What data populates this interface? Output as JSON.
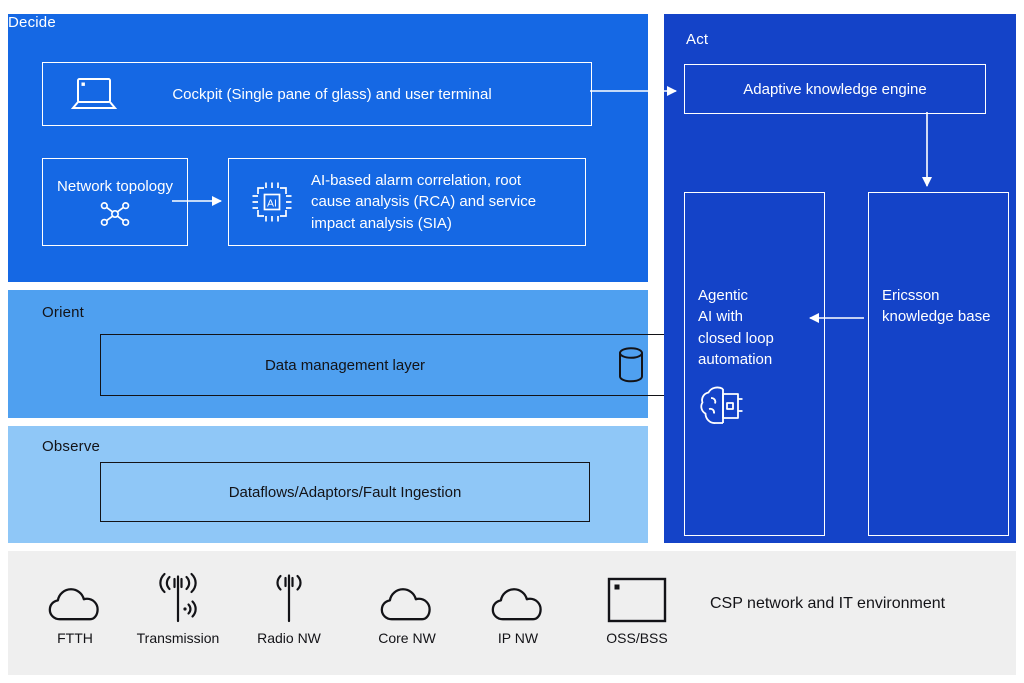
{
  "diagram": {
    "decide": {
      "label": "Decide",
      "cockpit_box": "Cockpit (Single pane of glass) and user terminal",
      "network_topology_box": "Network topology",
      "ai_correlation_box": "AI-based alarm correlation, root cause analysis (RCA) and service impact analysis (SIA)"
    },
    "orient": {
      "label": "Orient",
      "data_management_box": "Data management layer"
    },
    "observe": {
      "label": "Observe",
      "dataflows_box": "Dataflows/Adaptors/Fault Ingestion"
    },
    "act": {
      "label": "Act",
      "adaptive_knowledge_engine_box": "Adaptive knowledge engine",
      "agentic_ai_box": "Agentic AI with closed loop automation",
      "agentic_ai_lines": [
        "Agentic",
        "AI with",
        "closed loop",
        "automation"
      ],
      "ericsson_knowledge_base_box": "Ericsson knowledge base"
    }
  },
  "footer": {
    "caption": "CSP network and IT environment",
    "items": [
      {
        "label": "FTTH",
        "icon": "cloud-icon"
      },
      {
        "label": "Transmission",
        "icon": "transmission-antenna-icon"
      },
      {
        "label": "Radio NW",
        "icon": "radio-mast-icon"
      },
      {
        "label": "Core NW",
        "icon": "cloud-icon"
      },
      {
        "label": "IP NW",
        "icon": "cloud-icon"
      },
      {
        "label": "OSS/BSS",
        "icon": "oss-bss-screen-icon"
      }
    ]
  },
  "colors": {
    "decide_bg": "#1568E4",
    "orient_bg": "#4FA0F0",
    "observe_bg": "#8FC7F7",
    "act_bg": "#1443C8",
    "footer_bg": "#EFEFEF",
    "connector": "#FFFFFF",
    "dark_text": "#131317",
    "light_text": "#FFFFFF"
  }
}
